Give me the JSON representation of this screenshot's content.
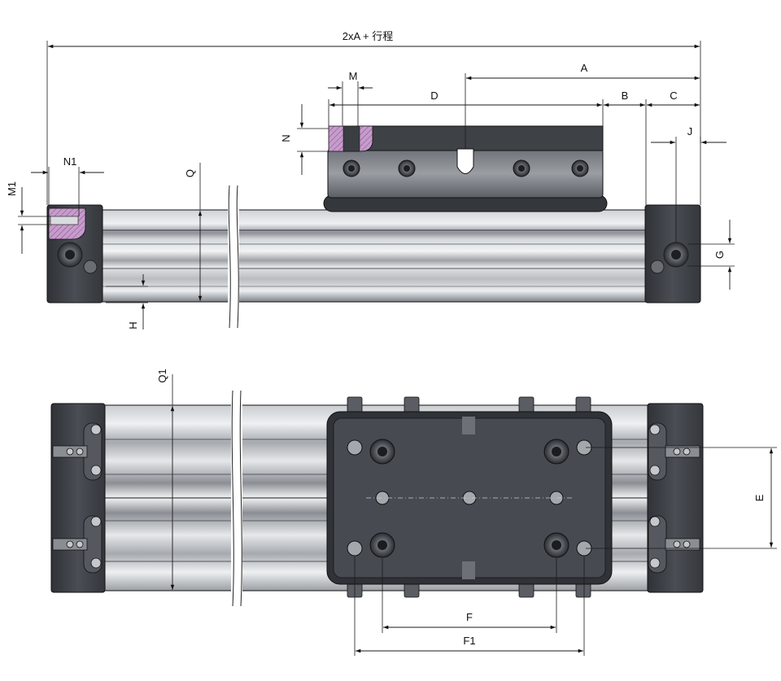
{
  "labels": {
    "overall": "2xA + 行程",
    "A": "A",
    "B": "B",
    "C": "C",
    "D": "D",
    "M": "M",
    "N": "N",
    "N1": "N1",
    "M1": "M1",
    "Q": "Q",
    "J": "J",
    "G": "G",
    "H": "H",
    "Q1": "Q1",
    "E": "E",
    "F": "F",
    "F1": "F1"
  },
  "colors": {
    "profile_light": "#d9dcdf",
    "profile_mid": "#a9adb2",
    "profile_dark": "#6f7379",
    "endcap": "#3d4146",
    "carriage": "#4a4e54",
    "carriage_plate": "#8d9196",
    "section_hatch": "#b48ab8",
    "bolt": "#2b2e33"
  }
}
